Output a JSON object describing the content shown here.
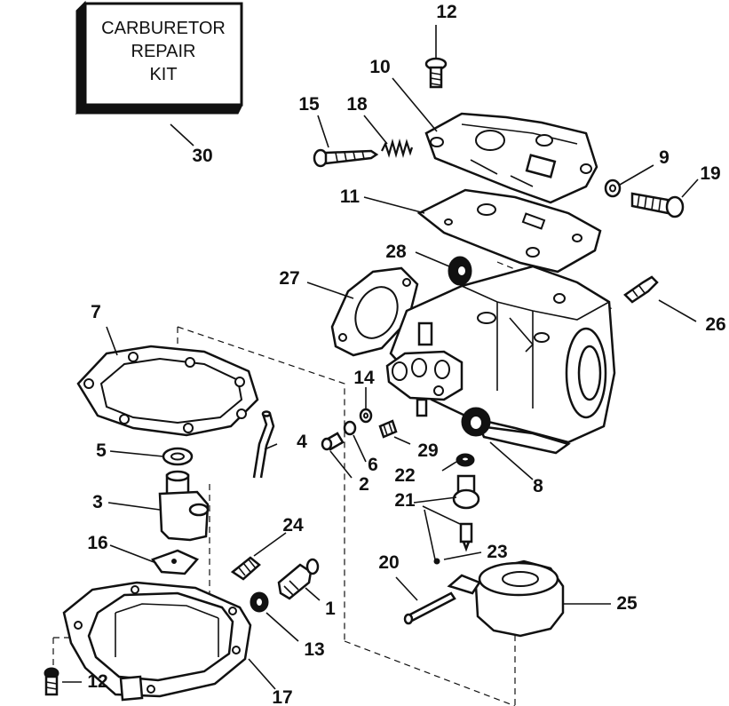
{
  "repair_kit": {
    "lines": [
      "CARBURETOR",
      "REPAIR",
      "KIT"
    ]
  },
  "callouts": {
    "c1": "1",
    "c2": "2",
    "c3": "3",
    "c4": "4",
    "c5": "5",
    "c6": "6",
    "c7": "7",
    "c8": "8",
    "c9": "9",
    "c10": "10",
    "c11": "11",
    "c12a": "12",
    "c12b": "12",
    "c13": "13",
    "c14": "14",
    "c15": "15",
    "c16": "16",
    "c17": "17",
    "c18": "18",
    "c19": "19",
    "c20": "20",
    "c21": "21",
    "c22": "22",
    "c23": "23",
    "c24": "24",
    "c25": "25",
    "c26": "26",
    "c27": "27",
    "c28": "28",
    "c29": "29",
    "c30": "30"
  }
}
